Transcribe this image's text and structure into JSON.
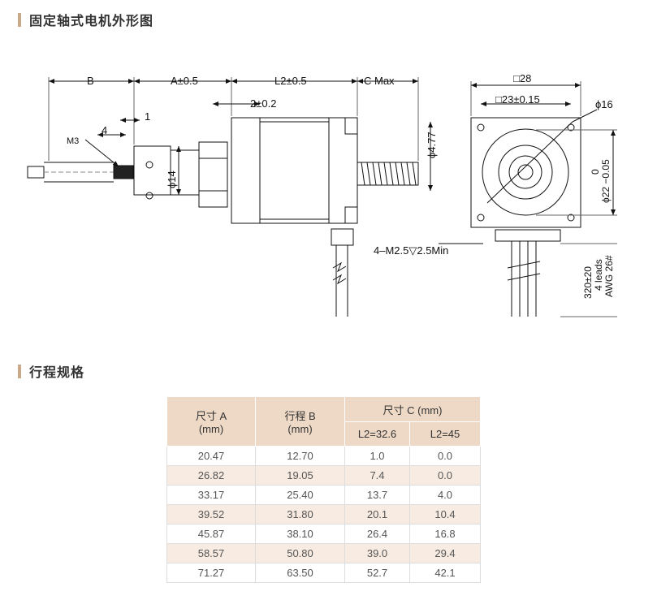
{
  "sections": {
    "outline_title": "固定轴式电机外形图",
    "stroke_title": "行程规格"
  },
  "drawing": {
    "dim_b": "B",
    "dim_a": "A±0.5",
    "dim_l2": "L2±0.5",
    "dim_c": "C Max",
    "dim_2": "2±0.2",
    "dim_1": "1",
    "dim_4": "4",
    "dim_m3": "M3",
    "dim_d14": "ϕ14",
    "dim_d477": "ϕ4.77",
    "dim_sq28": "□28",
    "dim_sq23": "□23±0.15",
    "dim_d16": "ϕ16",
    "dim_d22_tol_upper": "0",
    "dim_d22": "ϕ22 −0.05",
    "dim_screw": "4–M2.5▽2.5Min",
    "lead_len": "320±20",
    "lead_count": "4 leads",
    "lead_awg": "AWG 26#"
  },
  "table": {
    "header": {
      "size_a": "尺寸 A",
      "size_a_unit": "(mm)",
      "stroke_b": "行程 B",
      "stroke_b_unit": "(mm)",
      "size_c": "尺寸 C (mm)",
      "c_l2_326": "L2=32.6",
      "c_l2_45": "L2=45"
    },
    "rows": [
      [
        "20.47",
        "12.70",
        "1.0",
        "0.0"
      ],
      [
        "26.82",
        "19.05",
        "7.4",
        "0.0"
      ],
      [
        "33.17",
        "25.40",
        "13.7",
        "4.0"
      ],
      [
        "39.52",
        "31.80",
        "20.1",
        "10.4"
      ],
      [
        "45.87",
        "38.10",
        "26.4",
        "16.8"
      ],
      [
        "58.57",
        "50.80",
        "39.0",
        "29.4"
      ],
      [
        "71.27",
        "63.50",
        "52.7",
        "42.1"
      ]
    ]
  },
  "colors": {
    "accent_bar": "#c8a98a",
    "header_bg": "#eed8c6",
    "alt_row_bg": "#f8ebe1"
  }
}
